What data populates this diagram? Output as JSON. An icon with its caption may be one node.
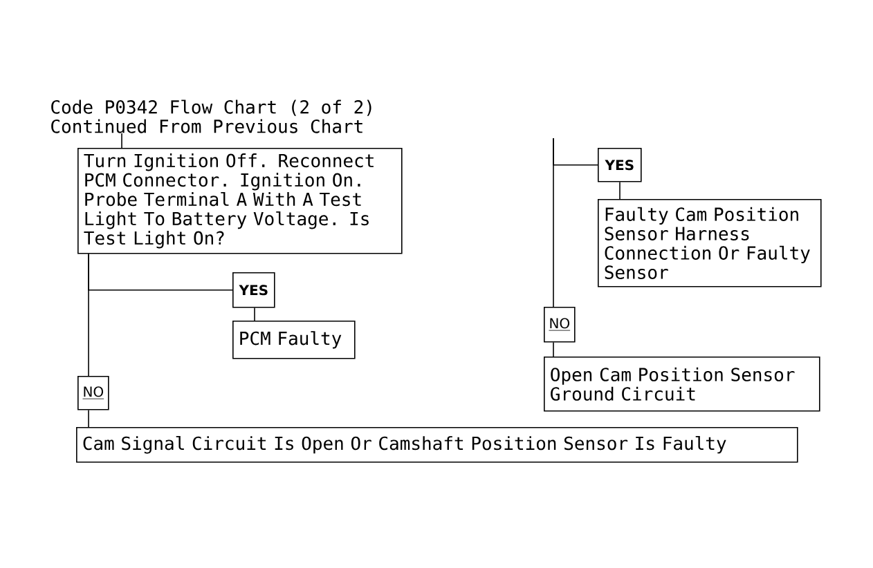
{
  "diagram": {
    "nodes": [
      {
        "text": [
          "Code P0342 Flow Chart (2 of 2)",
          "Continued From Previous Chart"
        ]
      },
      {
        "text": [
          "Turn Ignition Off. Reconnect PCM Connector. Ignition On. Probe Terminal A With A Test Light To Battery Voltage. Is Test Light On?"
        ]
      },
      {
        "text": [
          "YES"
        ]
      },
      {
        "text": [
          "PCM Faulty"
        ]
      },
      {
        "text": [
          "NO"
        ]
      },
      {
        "text": [
          "Cam Signal Circuit Is Open Or Camshaft Position Sensor Is Faulty"
        ]
      },
      {
        "text": [
          "YES"
        ]
      },
      {
        "text": [
          "Faulty Cam Position Sensor Harness Connection Or Faulty Sensor"
        ]
      },
      {
        "text": [
          "NO"
        ]
      },
      {
        "text": [
          "Open Cam Position Sensor Ground Circuit"
        ]
      }
    ],
    "edges": [
      {
        "from": 0,
        "to": 1,
        "arrow": "none"
      },
      {
        "from": 1,
        "to": 2,
        "arrow": "none"
      },
      {
        "from": 2,
        "to": 3,
        "arrow": "none"
      },
      {
        "from": 1,
        "to": 4,
        "arrow": "none"
      },
      {
        "from": 4,
        "to": 5,
        "arrow": "none"
      },
      {
        "from": null,
        "to": 6,
        "arrow": "none"
      },
      {
        "from": 6,
        "to": 7,
        "arrow": "none"
      },
      {
        "from": null,
        "to": 8,
        "arrow": "none"
      },
      {
        "from": 8,
        "to": 9,
        "arrow": "none"
      }
    ]
  }
}
